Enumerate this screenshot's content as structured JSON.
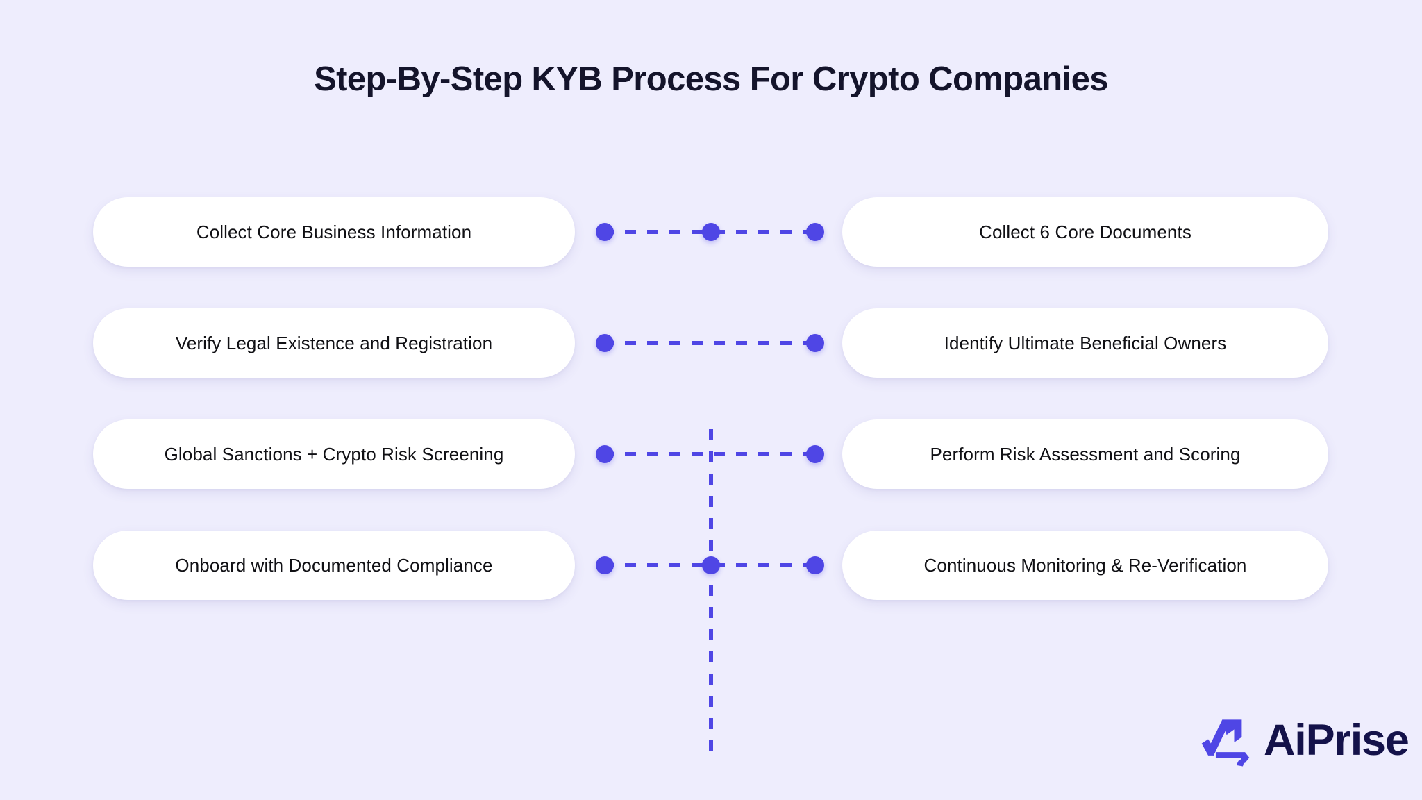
{
  "page": {
    "title": "Step-By-Step KYB Process For Crypto Companies",
    "background_color": "#EEEDFD",
    "accent_color": "#4F46E5",
    "card_color": "#FFFFFF",
    "title_color": "#14142B"
  },
  "diagram": {
    "type": "two-column-process-flow",
    "rows": [
      {
        "left": "Collect Core Business Information",
        "right": "Collect 6 Core Documents",
        "has_middle_dot": true
      },
      {
        "left": "Verify Legal Existence and Registration",
        "right": "Identify Ultimate Beneficial Owners",
        "has_middle_dot": false
      },
      {
        "left": "Global Sanctions + Crypto Risk Screening",
        "right": "Perform Risk Assessment and Scoring",
        "has_middle_dot": false
      },
      {
        "left": "Onboard with Documented Compliance",
        "right": "Continuous Monitoring & Re-Verification",
        "has_middle_dot": true
      }
    ]
  },
  "logo": {
    "name": "AiPrise",
    "mark_color": "#4F46E5",
    "text_color": "#14124A"
  }
}
